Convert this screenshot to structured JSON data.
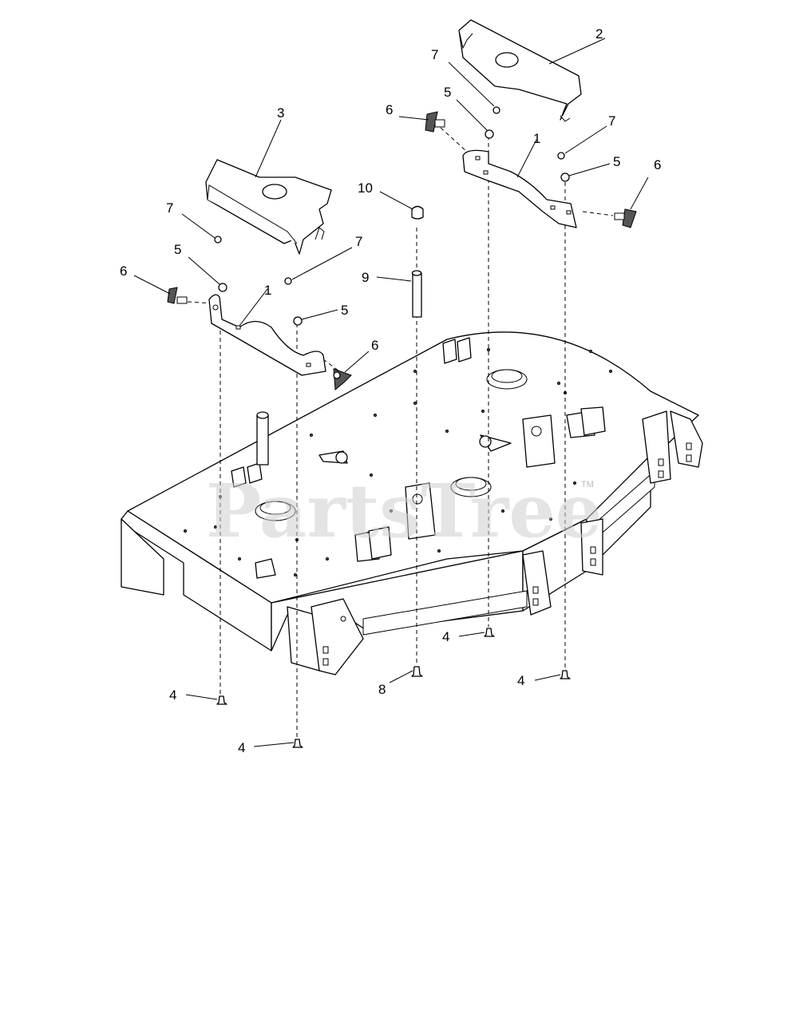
{
  "watermark": {
    "text": "PartsTree",
    "tm": "TM"
  },
  "callouts": [
    {
      "label": "1"
    },
    {
      "label": "1"
    },
    {
      "label": "2"
    },
    {
      "label": "3"
    },
    {
      "label": "4"
    },
    {
      "label": "4"
    },
    {
      "label": "4"
    },
    {
      "label": "4"
    },
    {
      "label": "5"
    },
    {
      "label": "5"
    },
    {
      "label": "5"
    },
    {
      "label": "5"
    },
    {
      "label": "6"
    },
    {
      "label": "6"
    },
    {
      "label": "6"
    },
    {
      "label": "6"
    },
    {
      "label": "7"
    },
    {
      "label": "7"
    },
    {
      "label": "7"
    },
    {
      "label": "7"
    },
    {
      "label": "8"
    },
    {
      "label": "9"
    },
    {
      "label": "10"
    }
  ]
}
